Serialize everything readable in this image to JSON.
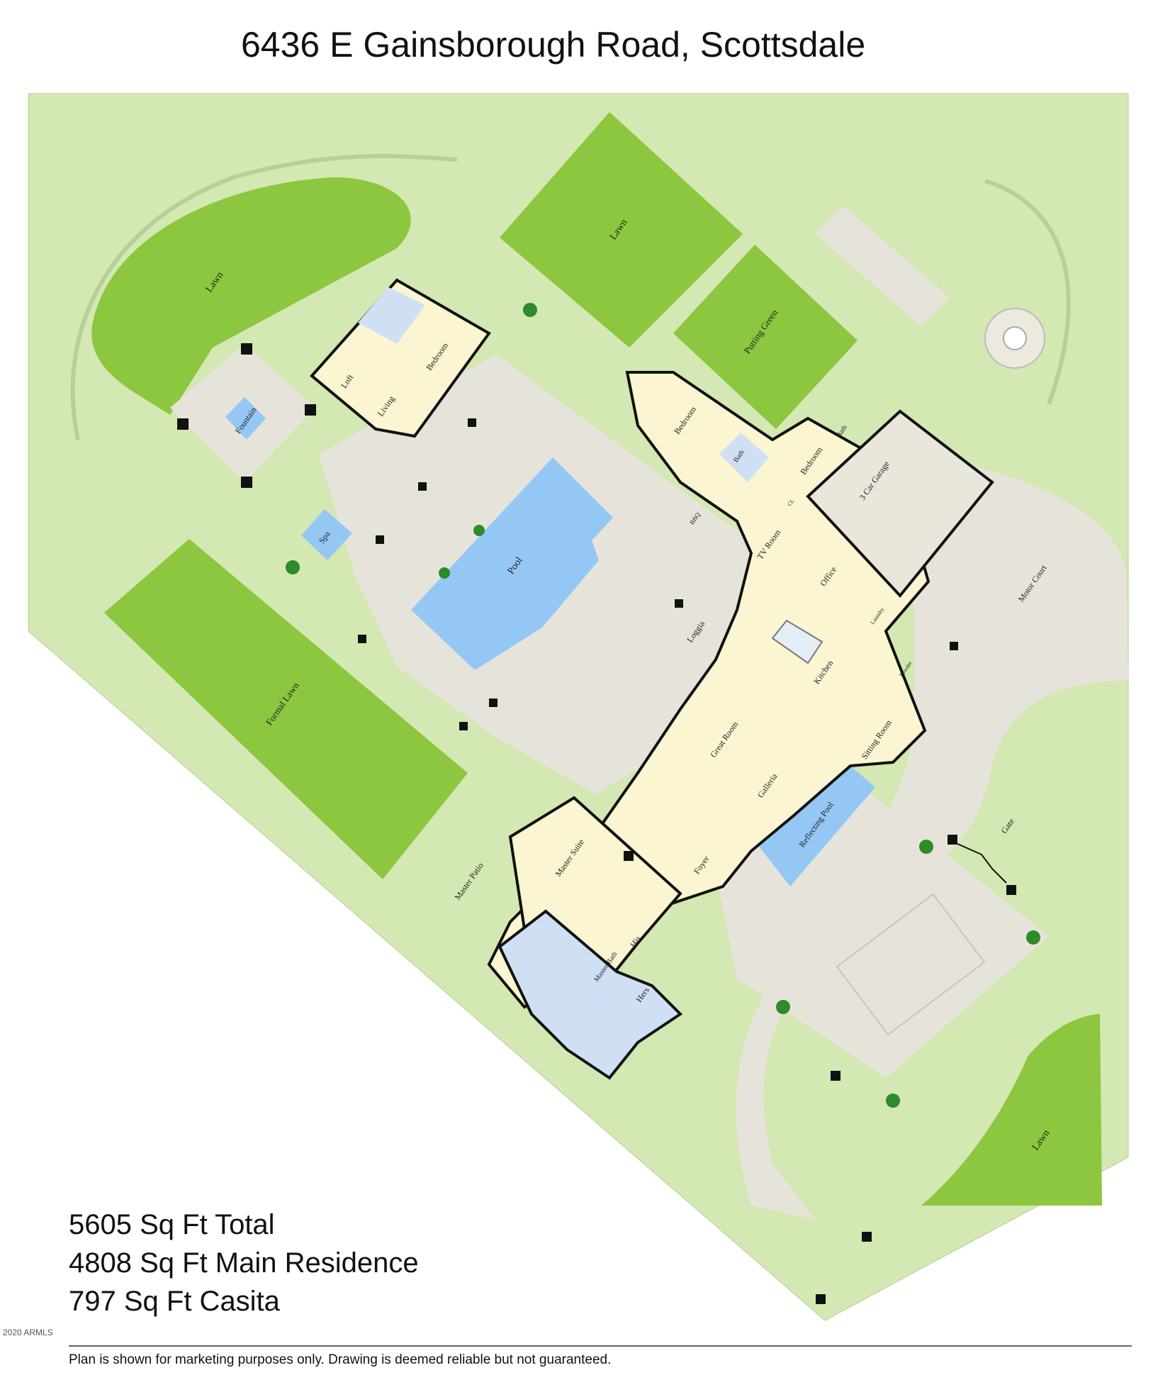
{
  "title": "6436 E Gainsborough Road, Scottsdale",
  "stats": {
    "total": "5605 Sq Ft Total",
    "main": "4808 Sq Ft Main Residence",
    "casita": "797 Sq Ft Casita"
  },
  "copyright": "2020 ARMLS",
  "disclaimer": "Plan is shown for marketing purposes only.  Drawing is deemed reliable but not guaranteed.",
  "colors": {
    "site": "#d3e8b2",
    "lawn": "#8dc63f",
    "hardscape": "#e6e4da",
    "building": "#fbf5d2",
    "wet_room": "#cfe0f5",
    "water": "#94c7f4",
    "wall": "#111111"
  },
  "labels": {
    "lawn_nw": "Lawn",
    "lawn_n": "Lawn",
    "lawn_se": "Lawn",
    "putting_green": "Putting Green",
    "formal_lawn": "Formal Lawn",
    "fountain": "Fountain",
    "spa": "Spa",
    "pool": "Pool",
    "loft": "Loft",
    "living": "Living",
    "casita_bedroom": "Bedroom",
    "bedroom_2": "Bedroom",
    "bedroom_3": "Bedroom",
    "bath_2": "Bath",
    "bath_3": "Bath",
    "garage": "3 Car Garage",
    "bbq": "BBQ",
    "tv_room": "TV Room",
    "office": "Office",
    "laundry": "Laundry",
    "powder": "Powder",
    "loggia": "Loggia",
    "kitchen": "Kitchen",
    "great_room": "Great Room",
    "sitting_room": "Sitting Room",
    "galleria": "Galleria",
    "reflecting_pool": "Reflecting Pool",
    "foyer": "Foyer",
    "master_suite": "Master Suite",
    "master_patio": "Master Patio",
    "master_bath": "Master Bath",
    "his": "His",
    "hers": "Hers",
    "motor_court": "Motor Court",
    "gate": "Gate",
    "closet_cl": "CL"
  }
}
